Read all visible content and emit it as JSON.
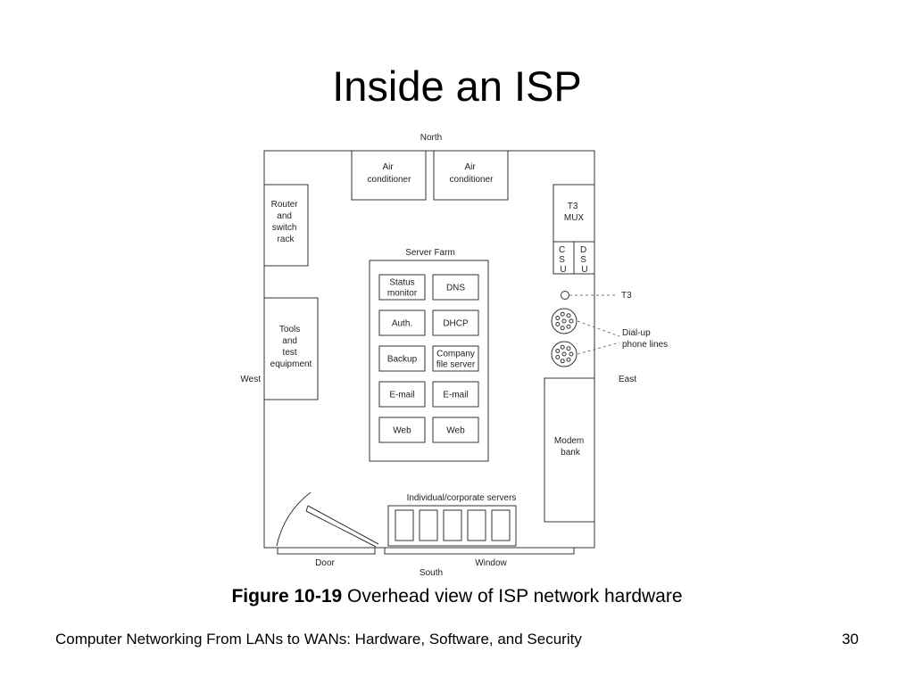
{
  "slide": {
    "title": "Inside an ISP",
    "page_number": "30",
    "footer": "Computer Networking From LANs to WANs: Hardware, Software, and Security"
  },
  "caption": {
    "figure_label": "Figure 10-19",
    "text": "Overhead view of ISP network hardware"
  },
  "diagram": {
    "directions": {
      "north": "North",
      "south": "South",
      "east": "East",
      "west": "West"
    },
    "air_conditioners": [
      [
        "Air",
        "conditioner"
      ],
      [
        "Air",
        "conditioner"
      ]
    ],
    "router_rack": [
      "Router",
      "and",
      "switch",
      "rack"
    ],
    "tools": [
      "Tools",
      "and",
      "test",
      "equipment"
    ],
    "t3_mux": [
      "T3",
      "MUX"
    ],
    "csu": [
      "C",
      "S",
      "U"
    ],
    "dsu": [
      "D",
      "S",
      "U"
    ],
    "t3_label": "T3",
    "dialup": [
      "Dial-up",
      "phone lines"
    ],
    "modem_bank": [
      "Modem",
      "bank"
    ],
    "server_farm": {
      "title": "Server Farm",
      "servers": [
        [
          "Status",
          "monitor"
        ],
        [
          "DNS"
        ],
        [
          "Auth."
        ],
        [
          "DHCP"
        ],
        [
          "Backup"
        ],
        [
          "Company",
          "file server"
        ],
        [
          "E-mail"
        ],
        [
          "E-mail"
        ],
        [
          "Web"
        ],
        [
          "Web"
        ]
      ]
    },
    "individual_servers": "Individual/corporate servers",
    "door": "Door",
    "window": "Window"
  }
}
